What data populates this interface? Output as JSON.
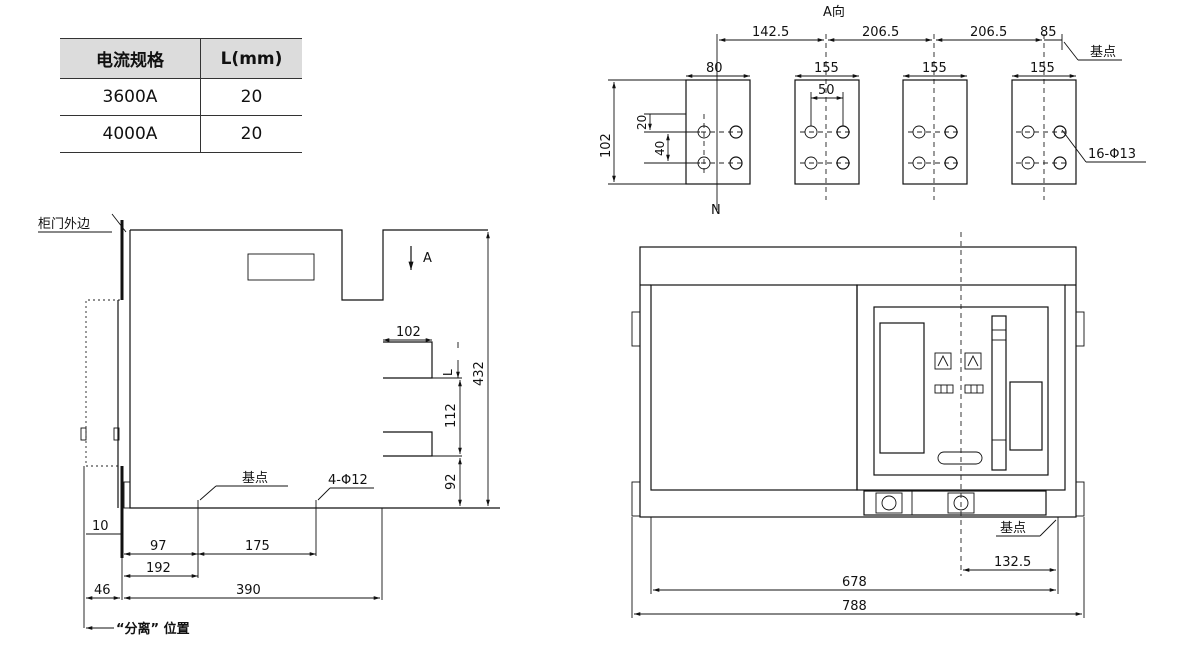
{
  "table": {
    "headers": [
      "电流规格",
      "L(mm)"
    ],
    "rows": [
      {
        "current": "3600A",
        "l": "20"
      },
      {
        "current": "4000A",
        "l": "20"
      }
    ]
  },
  "side_view": {
    "door_label": "柜门外边",
    "view_arrow_label": "A",
    "base_point_label": "基点",
    "hole_label": "4-Φ12",
    "disconnect_label": "“分离” 位置",
    "dims": {
      "d102": "102",
      "dL": "L",
      "d112": "112",
      "d92": "92",
      "d432": "432",
      "d10": "10",
      "d97": "97",
      "d175": "175",
      "d192": "192",
      "d46": "46",
      "d390": "390"
    }
  },
  "a_view": {
    "title": "A向",
    "base_point_label": "基点",
    "neutral_label": "N",
    "hole_label": "16-Φ13",
    "dims": {
      "d142": "142.5",
      "d206a": "206.5",
      "d206b": "206.5",
      "d85": "85",
      "d80": "80",
      "d155a": "155",
      "d155b": "155",
      "d155c": "155",
      "d50": "50",
      "d20": "20",
      "d40": "40",
      "d102": "102"
    }
  },
  "front_view": {
    "base_point_label": "基点",
    "dims": {
      "d132": "132.5",
      "d678": "678",
      "d788": "788"
    }
  }
}
